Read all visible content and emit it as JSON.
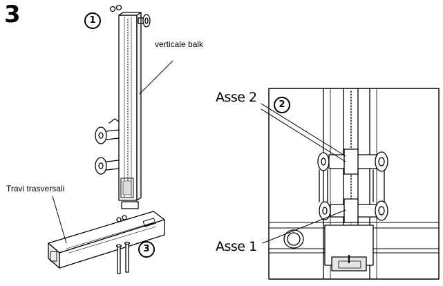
{
  "step": "3",
  "callouts": {
    "one": "1",
    "two": "2",
    "three": "3"
  },
  "labels": {
    "vertical_beam": "verticale balk",
    "cross_beams": "Travi trasversali",
    "axle_2": "Asse 2",
    "axle_1": "Asse 1"
  }
}
